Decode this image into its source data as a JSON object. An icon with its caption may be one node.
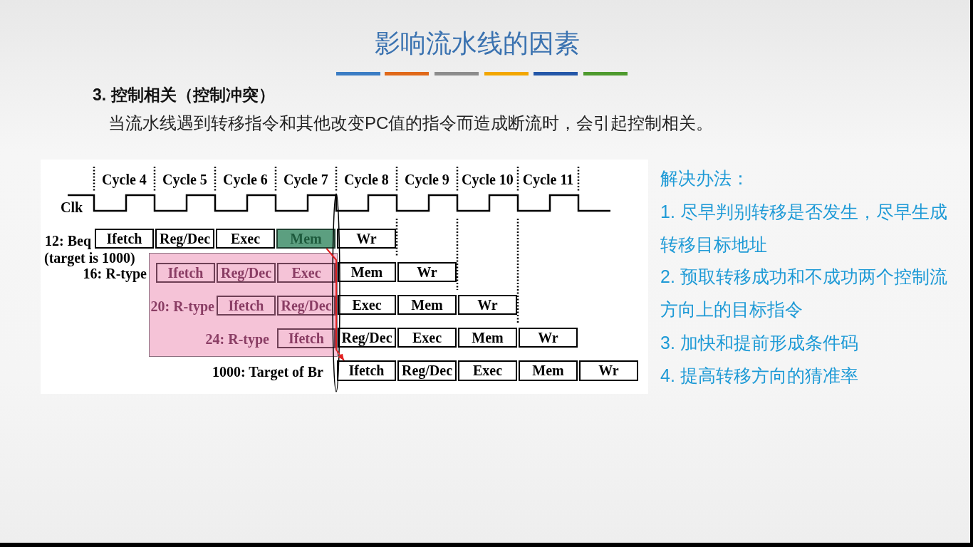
{
  "diagram": {
    "title": "影响流水线的因素",
    "nodes": [
      {
        "text": [
          "Ifetch"
        ]
      },
      {
        "text": [
          "Reg/Dec"
        ]
      },
      {
        "text": [
          "Exec"
        ]
      },
      {
        "text": [
          "Mem"
        ]
      },
      {
        "text": [
          "Wr"
        ]
      },
      {
        "text": [],
        "shape": "box"
      },
      {
        "text": [
          "Ifetch"
        ],
        "in": 5
      },
      {
        "text": [
          "Reg/Dec"
        ],
        "in": 5
      },
      {
        "text": [
          "Exec"
        ],
        "in": 5
      },
      {
        "text": [
          "Mem"
        ]
      },
      {
        "text": [
          "Wr"
        ]
      },
      {
        "text": [
          "Ifetch"
        ],
        "in": 5
      },
      {
        "text": [
          "Reg/Dec"
        ],
        "in": 5
      },
      {
        "text": [
          "Exec"
        ]
      },
      {
        "text": [
          "Mem"
        ]
      },
      {
        "text": [
          "Wr"
        ]
      },
      {
        "text": [
          "Ifetch"
        ],
        "in": 5
      },
      {
        "text": [
          "Reg/Dec"
        ]
      },
      {
        "text": [
          "Exec"
        ]
      },
      {
        "text": [
          "Mem"
        ]
      },
      {
        "text": [
          "Wr"
        ]
      },
      {
        "text": [
          "Ifetch"
        ]
      },
      {
        "text": [
          "Reg/Dec"
        ]
      },
      {
        "text": [
          "Exec"
        ]
      },
      {
        "text": [
          "Mem"
        ]
      },
      {
        "text": [
          "Wr"
        ]
      }
    ],
    "edges": [
      {
        "from": 3,
        "to": 21,
        "arrow": "to",
        "color": "#e02020"
      }
    ],
    "labels": [
      "3. 控制相关（控制冲突）",
      "当流水线遇到转移指令和其他改变PC值的指令而造成断流时，会引起控制相关。",
      "Cycle 4",
      "Cycle 5",
      "Cycle 6",
      "Cycle 7",
      "Cycle 8",
      "Cycle 9",
      "Cycle 10",
      "Cycle 11",
      "Clk",
      "12: Beq",
      "(target is 1000)",
      "16: R-type",
      "20: R-type",
      "24: R-type",
      "1000: Target of Br",
      "解决办法：",
      "1. 尽早判别转移是否发生，尽早生成转移目标地址",
      "2. 预取转移成功和不成功两个控制流方向上的目标指令",
      "3. 加快和提前形成条件码",
      "4. 提高转移方向的猜准率"
    ]
  }
}
